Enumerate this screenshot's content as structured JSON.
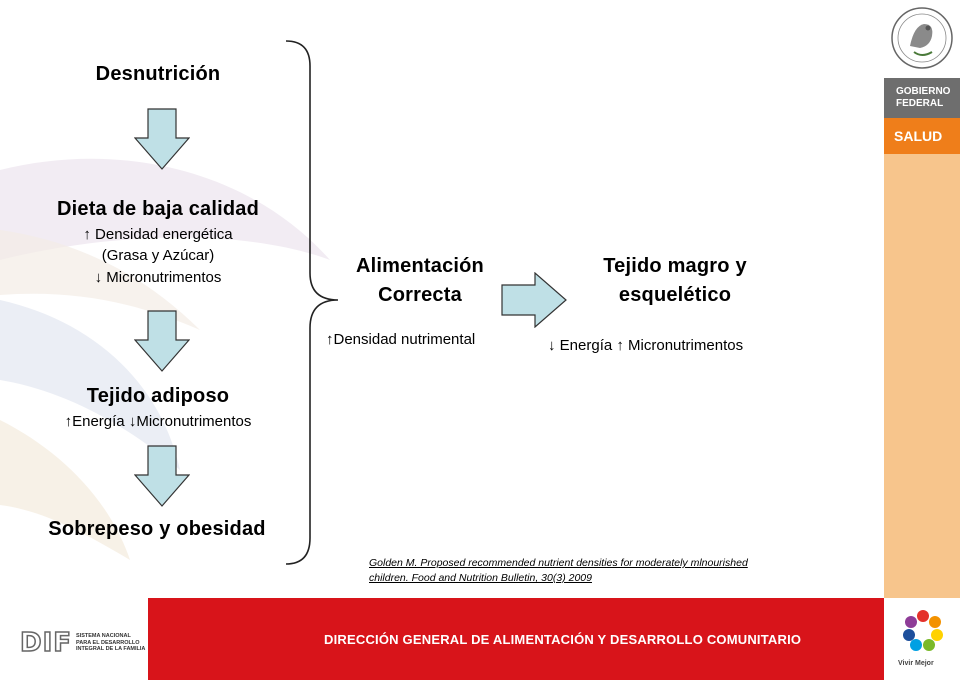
{
  "left_column": {
    "desnutricion": "Desnutrición",
    "dieta": {
      "title": "Dieta de baja calidad",
      "line1_arrow": "↑",
      "line1": " Densidad energética",
      "line2": "(Grasa y Azúcar)",
      "line3_arrow": "↓",
      "line3": " Micronutrimentos"
    },
    "tejido_adiposo": {
      "title": "Tejido adiposo",
      "arrow1": "↑",
      "energia": "Energía ",
      "arrow2": "↓",
      "micro": "Micronutrimentos"
    },
    "sobrepeso": "Sobrepeso y obesidad"
  },
  "middle": {
    "title_line1": "Alimentación",
    "title_line2": "Correcta",
    "arrow": "↑",
    "density": "Densidad nutrimental"
  },
  "right": {
    "title_line1": "Tejido magro y",
    "title_line2": "esquelético",
    "arrow1": "↓",
    "energia": " Energía ",
    "arrow2": "↑",
    "micro": " Micronutrimentos"
  },
  "citation": {
    "line1": "Golden M. Proposed recommended  nutrient densities for moderately mlnourished",
    "line2": "children. Food and Nutrition Bulletin, 30(3) 2009"
  },
  "branding": {
    "gobierno_line1": "GOBIERNO",
    "gobierno_line2": "FEDERAL",
    "salud": "SALUD",
    "footer": "DIRECCIÓN GENERAL DE ALIMENTACIÓN Y DESARROLLO COMUNITARIO",
    "dif_mark": "DIF",
    "dif_line1": "SISTEMA NACIONAL",
    "dif_line2": "PARA EL DESARROLLO",
    "dif_line3": "INTEGRAL DE LA FAMILIA",
    "vivir": "Vivir Mejor"
  },
  "colors": {
    "arrow_fill": "#bfe0e6",
    "footer_red": "#d8141a",
    "salud_orange": "#ef7e1a",
    "band_peach": "#f7c58c",
    "gob_gray": "#6e6e6e"
  }
}
